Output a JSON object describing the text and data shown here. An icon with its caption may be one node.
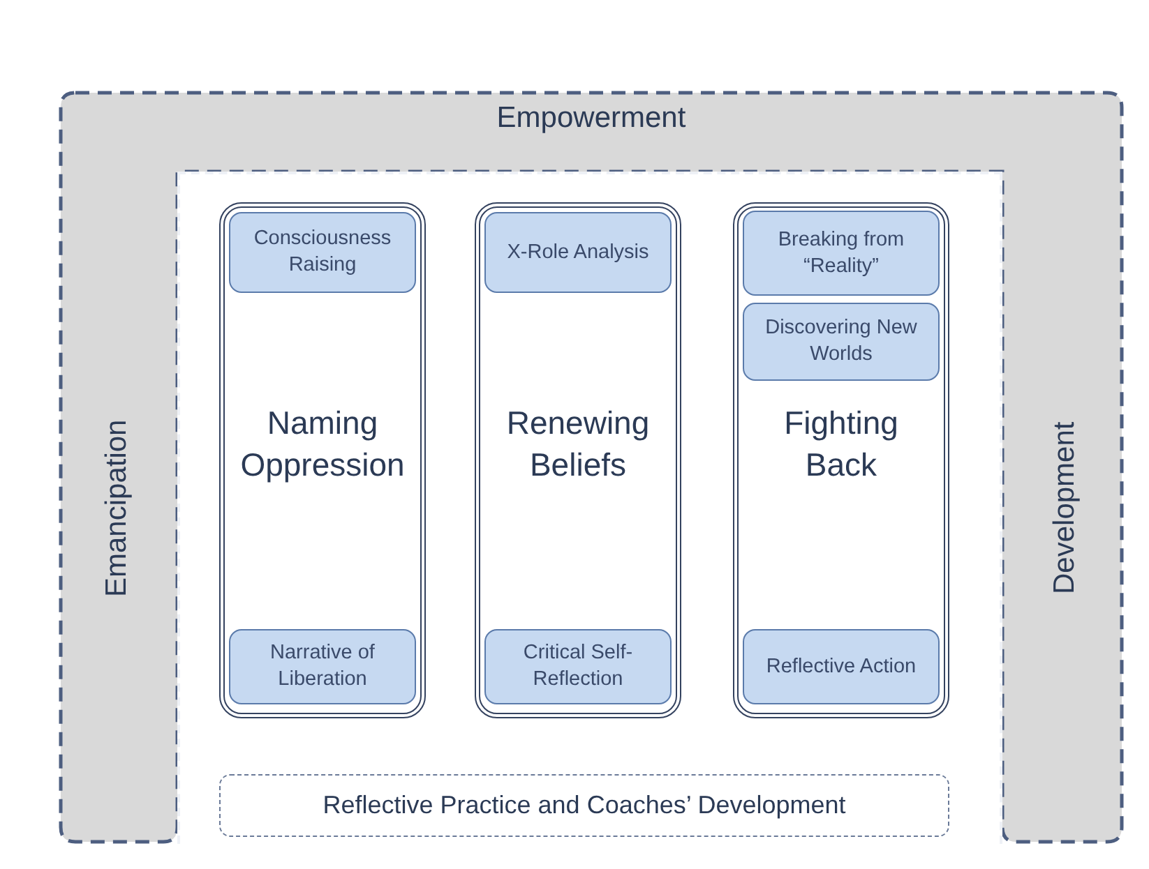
{
  "diagram": {
    "nodes": [
      {
        "text": [
          "Empowerment",
          "Emancipation",
          "Development"
        ]
      },
      {
        "text": [],
        "shape": "box",
        "in": 0
      },
      {
        "text": [
          "Naming Oppression"
        ],
        "in": 1
      },
      {
        "text": [
          "Consciousness Raising"
        ],
        "in": 2
      },
      {
        "text": [
          "Narrative of Liberation"
        ],
        "in": 2
      },
      {
        "text": [
          "Renewing Beliefs"
        ],
        "in": 1
      },
      {
        "text": [
          "X-Role Analysis"
        ],
        "in": 5
      },
      {
        "text": [
          "Critical Self-Reflection"
        ],
        "in": 5
      },
      {
        "text": [
          "Fighting Back"
        ],
        "in": 1
      },
      {
        "text": [
          "Breaking from “Reality”"
        ],
        "in": 8
      },
      {
        "text": [
          "Discovering New Worlds"
        ],
        "in": 8
      },
      {
        "text": [
          "Reflective Action"
        ],
        "in": 8
      },
      {
        "text": [
          "Reflective Practice and Coaches’ Development"
        ],
        "in": 1
      }
    ],
    "edges": []
  }
}
